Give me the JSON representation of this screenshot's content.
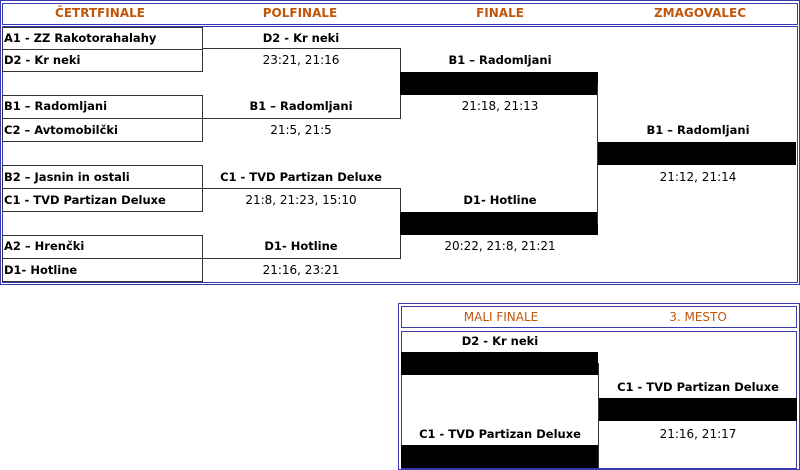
{
  "headers": [
    "ČETRTFINALE",
    "POLFINALE",
    "FINALE",
    "ZMAGOVALEC"
  ],
  "quarterfinals": [
    {
      "team1": "A1 - ZZ Rakotorahalahy",
      "team2": "D2 - Kr neki"
    },
    {
      "team1": "B1 – Radomljani",
      "team2": "C2 – Avtomobilčki"
    },
    {
      "team1": "B2 – Jasnin in ostali",
      "team2": "C1 - TVD Partizan Deluxe"
    },
    {
      "team1": "A2 – Hrenčki",
      "team2": "D1- Hotline"
    }
  ],
  "semifinals": [
    {
      "winner": "D2 - Kr neki",
      "score": "23:21, 21:16"
    },
    {
      "winner": "B1 – Radomljani",
      "score": "21:5, 21:5"
    },
    {
      "winner": "C1 - TVD Partizan Deluxe",
      "score": "21:8, 21:23, 15:10"
    },
    {
      "winner": "D1- Hotline",
      "score": "21:16, 23:21"
    }
  ],
  "finals": [
    {
      "winner": "B1 – Radomljani",
      "score": "21:18, 21:13"
    },
    {
      "winner": "D1- Hotline",
      "score": "20:22, 21:8, 21:21"
    }
  ],
  "champion": {
    "winner": "B1 – Radomljani",
    "score": "21:12, 21:14"
  },
  "small_final": {
    "headers": [
      "MALI FINALE",
      "3. MESTO"
    ],
    "team1": "D2 - Kr neki",
    "team2": "C1 - TVD Partizan Deluxe",
    "winner": "C1 - TVD Partizan Deluxe",
    "score": "21:16, 21:17"
  }
}
